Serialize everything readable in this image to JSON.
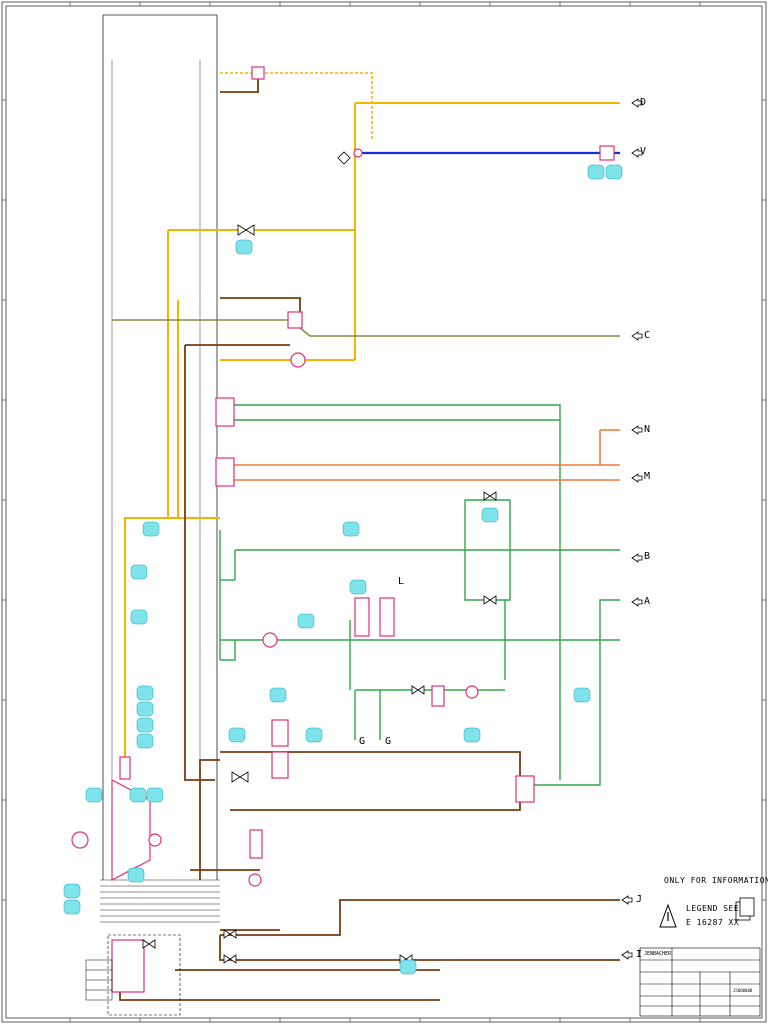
{
  "connections": {
    "D": "D",
    "V": "V",
    "C": "C",
    "N": "N",
    "M": "M",
    "B": "B",
    "A": "A",
    "J": "J",
    "I": "I"
  },
  "symbols": {
    "L": "L",
    "G1": "G",
    "G2": "G"
  },
  "notes": {
    "only_for_information": "ONLY FOR INFORMATION",
    "legend_line1": "LEGEND SEE",
    "legend_line2": "E 16287 XX"
  },
  "title_block": {
    "company": "JENBACHER",
    "drawing_no": "J5000000"
  },
  "colors": {
    "exhaust": "#f5b400",
    "oil": "#7b3a10",
    "cooling": "#2fa84a",
    "hot_water": "#f07a3a",
    "gas": "#1a2fd0",
    "air": "#8a8a40",
    "symbol": "#e0307a",
    "tag": "#7fe3ec"
  }
}
